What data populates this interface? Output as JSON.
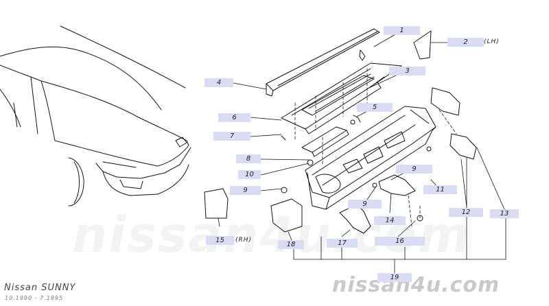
{
  "callouts": [
    {
      "id": "1",
      "label": "1"
    },
    {
      "id": "2",
      "label": "2"
    },
    {
      "id": "3",
      "label": "3"
    },
    {
      "id": "4",
      "label": "4"
    },
    {
      "id": "5",
      "label": "5"
    },
    {
      "id": "6",
      "label": "6"
    },
    {
      "id": "7",
      "label": "7"
    },
    {
      "id": "8",
      "label": "8"
    },
    {
      "id": "9a",
      "label": "9"
    },
    {
      "id": "9b",
      "label": "9"
    },
    {
      "id": "9c",
      "label": "9"
    },
    {
      "id": "10",
      "label": "10"
    },
    {
      "id": "11",
      "label": "11"
    },
    {
      "id": "12",
      "label": "12"
    },
    {
      "id": "13",
      "label": "13"
    },
    {
      "id": "14",
      "label": "14"
    },
    {
      "id": "15",
      "label": "15"
    },
    {
      "id": "16",
      "label": "16"
    },
    {
      "id": "17",
      "label": "17"
    },
    {
      "id": "18",
      "label": "18"
    },
    {
      "id": "19",
      "label": "19"
    }
  ],
  "side_labels": {
    "lh": "(LH)",
    "rh": "(RH)"
  },
  "watermark": "nissan4u.com",
  "footer": {
    "model": "Nissan SUNNY",
    "period": "10.1990 - 7.1995"
  }
}
